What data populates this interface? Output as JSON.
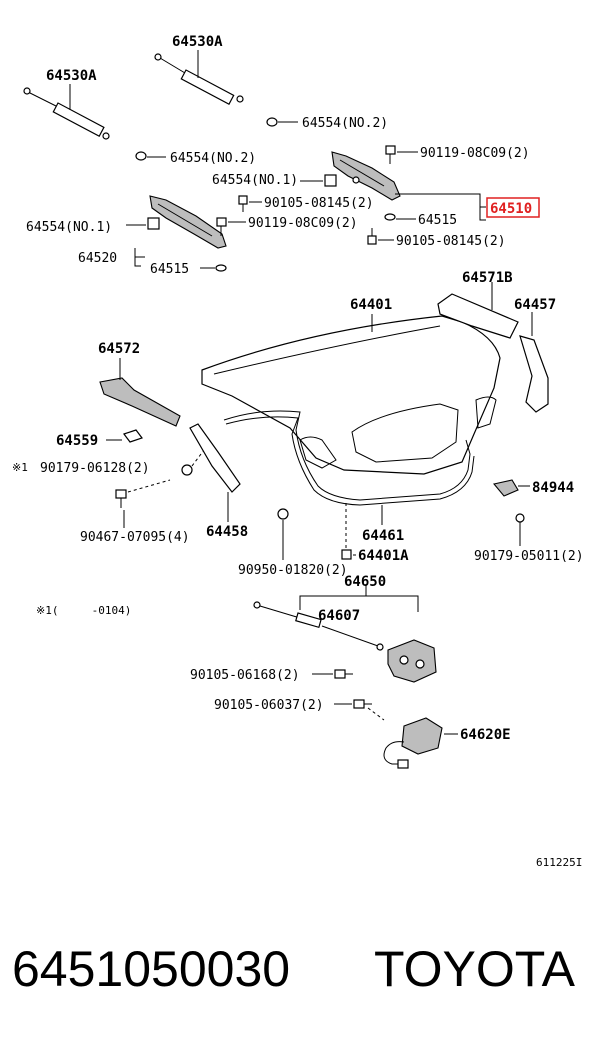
{
  "labels": {
    "p64530A_top": "64530A",
    "p64530A_left": "64530A",
    "p64554_no2_a": "64554(NO.2)",
    "p64554_no2_b": "64554(NO.2)",
    "p64554_no1_a": "64554(NO.1)",
    "p64554_no1_b": "64554(NO.1)",
    "p90119_a": "90119-08C09(2)",
    "p90119_b": "90119-08C09(2)",
    "p90105_08145_a": "90105-08145(2)",
    "p90105_08145_b": "90105-08145(2)",
    "p64510": "64510",
    "p64515_a": "64515",
    "p64515_b": "64515",
    "p64520": "64520",
    "p64571B": "64571B",
    "p64401": "64401",
    "p64457": "64457",
    "p64572": "64572",
    "p64559": "64559",
    "note_mark": "※1",
    "p90179_06128": "90179-06128(2)",
    "p84944": "84944",
    "p90467": "90467-07095(4)",
    "p64458": "64458",
    "p64461": "64461",
    "p90950": "90950-01820(2)",
    "p64401A": "64401A",
    "p90179_05011": "90179-05011(2)",
    "p64650": "64650",
    "p64607": "64607",
    "note_text": "※1(     -0104)",
    "p90105_06168": "90105-06168(2)",
    "p90105_06037": "90105-06037(2)",
    "p64620E": "64620E",
    "drawing_id": "611225I"
  },
  "highlight_color": "#e02020",
  "footer": {
    "part_number": "6451050030",
    "brand": "TOYOTA"
  }
}
